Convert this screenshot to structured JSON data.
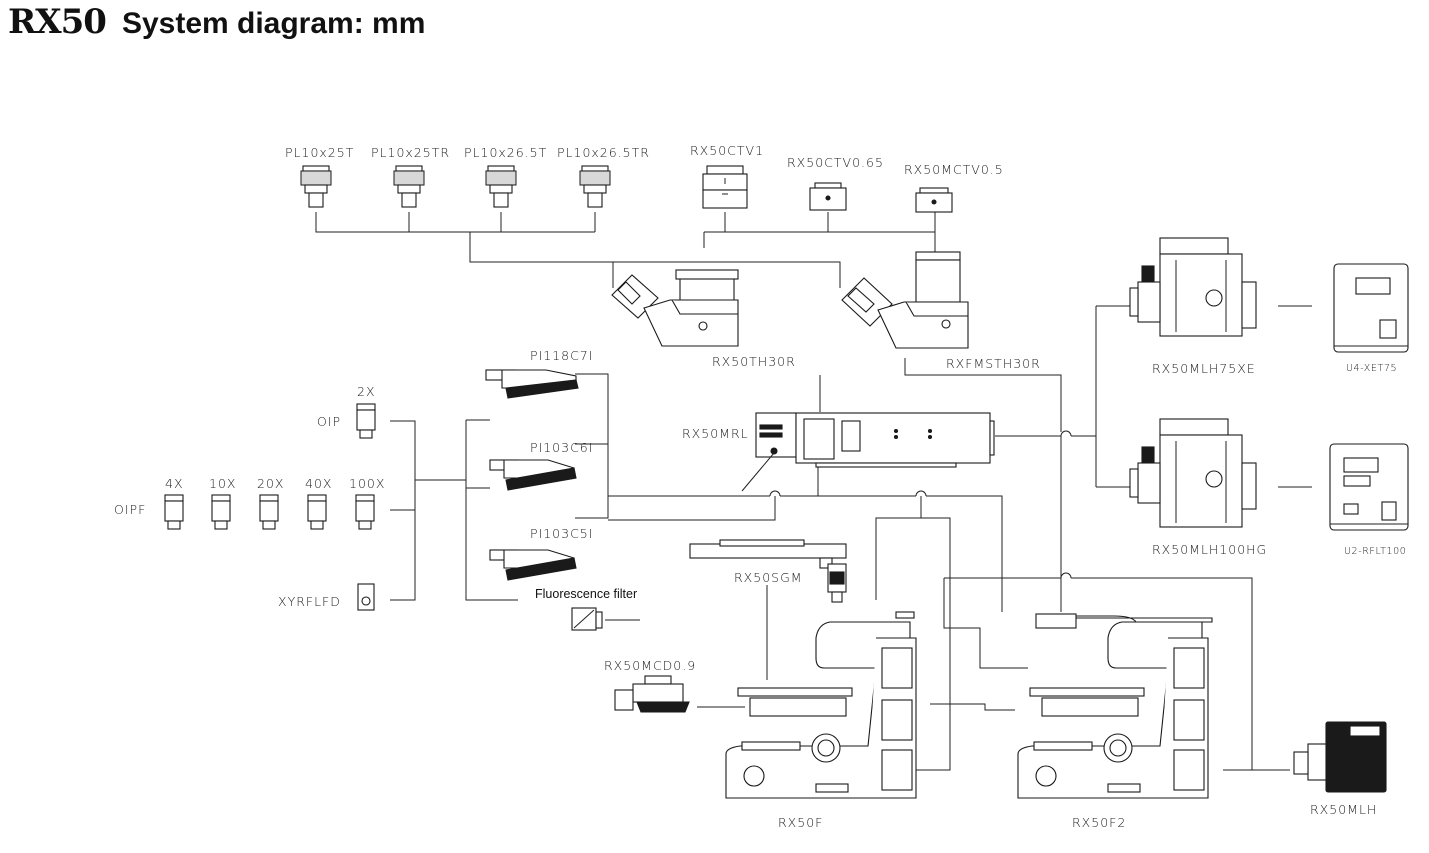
{
  "header": {
    "brand": "RX50",
    "title": "System diagram: mm"
  },
  "labels": {
    "eyepiece_1": "PL10x25T",
    "eyepiece_2": "PL10x25TR",
    "eyepiece_3": "PL10x26.5T",
    "eyepiece_4": "PL10x26.5TR",
    "ctv_1": "RX50CTV1",
    "ctv_065": "RX50CTV0.65",
    "mctv_05": "RX50MCTV0.5",
    "head_1": "RX50TH30R",
    "head_2": "RXFMSTH30R",
    "lamp_xe": "RX50MLH75XE",
    "power_xe": "U4-XET75",
    "lamp_hg": "RX50MLH100HG",
    "power_hg": "U2-RFLT100",
    "nose_1": "PI118C7I",
    "nose_2": "PI103C6I",
    "nose_3": "PI103C5I",
    "illuminator": "RX50MRL",
    "oip": "OIP",
    "oip_2x": "2X",
    "oipf": "OIPF",
    "obj_4x": "4X",
    "obj_10x": "10X",
    "obj_20x": "20X",
    "obj_40x": "40X",
    "obj_100x": "100X",
    "xyrflfd": "XYRFLFD",
    "fluor_filter": "Fluorescence filter",
    "stage": "RX50SGM",
    "condenser": "RX50MCD0.9",
    "stand_1": "RX50F",
    "stand_2": "RX50F2",
    "mlh": "RX50MLH"
  }
}
